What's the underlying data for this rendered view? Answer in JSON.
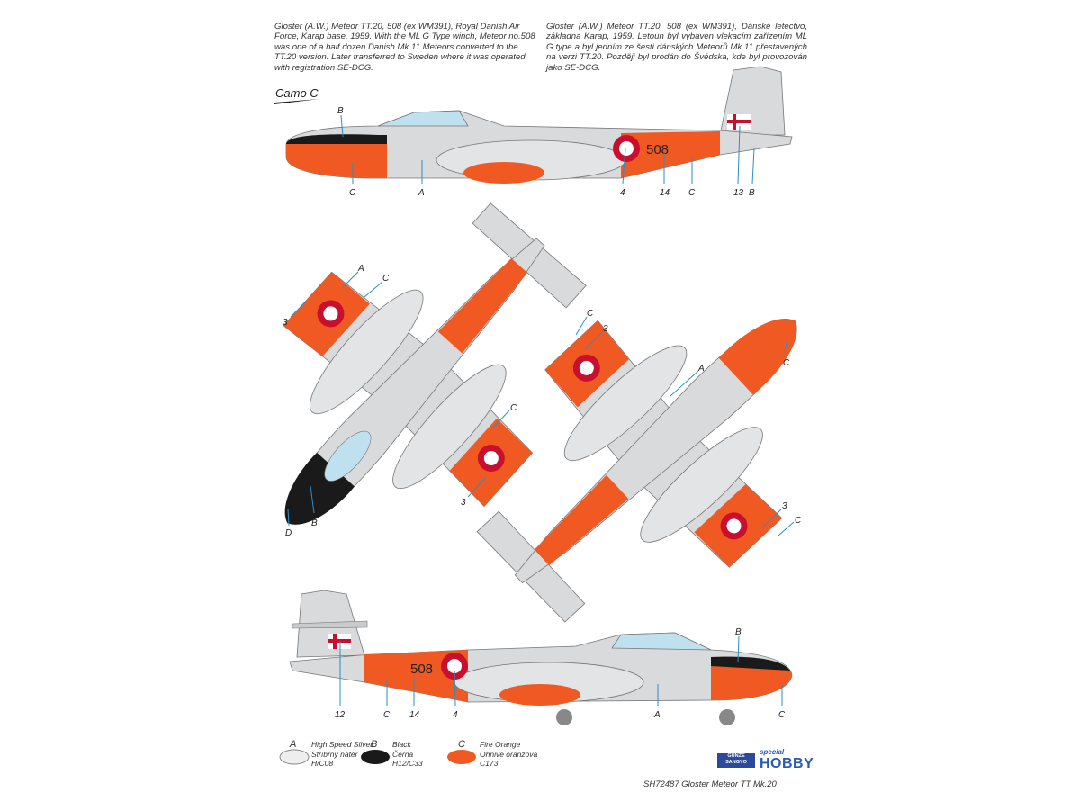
{
  "description_en": "Gloster (A.W.) Meteor TT.20, 508 (ex WM391), Royal Danish Air Force, Karap base, 1959. With the ML G Type winch, Meteor no.508 was one of a half dozen Danish Mk.11 Meteors converted to the TT.20 version. Later transferred to Sweden where it was operated with registration SE-DCG.",
  "description_cz": "Gloster (A.W.) Meteor TT.20, 508 (ex WM391), Dánské letectvo, základna Karap, 1959. Letoun byl vybaven vlekacím zařízením ML G type a byl jedním ze šesti dánských Meteorů Mk.11 přestavených na verzi TT.20. Později byl prodán do Švédska, kde byl provozován jako SE-DCG.",
  "scheme_title": "Camo C",
  "serial": "508",
  "callouts": {
    "side_left": [
      "B",
      "C",
      "A",
      "4",
      "14",
      "C",
      "13",
      "B"
    ],
    "top_view": [
      "A",
      "C",
      "3",
      "C",
      "3",
      "B",
      "D"
    ],
    "bottom_view": [
      "C",
      "3",
      "A",
      "C",
      "3",
      "C"
    ],
    "side_right": [
      "B",
      "12",
      "C",
      "14",
      "4",
      "A",
      "C"
    ]
  },
  "legend": [
    {
      "letter": "A",
      "name_en": "High Speed Silver",
      "name_cz": "Stříbrný nátěr",
      "code": "H/C08",
      "color": "#eeeeee"
    },
    {
      "letter": "B",
      "name_en": "Black",
      "name_cz": "Černá",
      "code": "H12/C33",
      "color": "#1a1a1a"
    },
    {
      "letter": "C",
      "name_en": "Fire Orange",
      "name_cz": "Ohnivě oranžová",
      "code": "C173",
      "color": "#f05a22"
    }
  ],
  "logos": {
    "gunze": "GUNZE SANGYO",
    "special": "special",
    "hobby": "HOBBY"
  },
  "footer": "SH72487  Gloster Meteor TT Mk.20",
  "colors": {
    "orange": "#f05a22",
    "silver": "#d8dadc",
    "black": "#1a1a1a",
    "roundel": "#c8102e",
    "leader": "#2a8fc8"
  }
}
